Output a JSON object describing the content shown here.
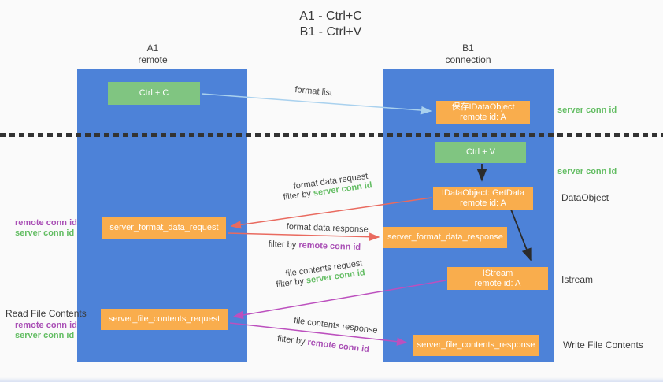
{
  "title": {
    "line1": "A1 - Ctrl+C",
    "line2": "B1 - Ctrl+V"
  },
  "columns": {
    "left": {
      "id": "A1",
      "role": "remote"
    },
    "right": {
      "id": "B1",
      "role": "connection"
    }
  },
  "nodes": {
    "ctrl_c": {
      "label": "Ctrl + C"
    },
    "ctrl_v": {
      "label": "Ctrl + V"
    },
    "save_dataobject": {
      "line1": "保存IDataObject",
      "line2": "remote id: A"
    },
    "getdata": {
      "line1": "IDataObject::GetData",
      "line2": "remote id: A"
    },
    "istream": {
      "line1": "IStream",
      "line2": "remote id: A"
    },
    "server_format_data_request": {
      "label": "server_format_data_request"
    },
    "server_format_data_response": {
      "label": "server_format_data_response"
    },
    "server_file_contents_request": {
      "label": "server_file_contents_request"
    },
    "server_file_contents_response": {
      "label": "server_file_contents_response"
    }
  },
  "labels": {
    "filter_by": "filter by",
    "server_conn_id": "server conn id",
    "remote_conn_id": "remote conn id",
    "format_list": "format list",
    "format_data_request": "format data request",
    "format_data_response": "format data response",
    "file_contents_request": "file contents request",
    "file_contents_response": "file contents response",
    "read_file_contents": "Read File Contents",
    "write_file_contents": "Write File Contents",
    "dataobject": "DataObject",
    "istream": "Istream"
  },
  "colors": {
    "column_blue": "#4d82d8",
    "node_green": "#80c581",
    "node_orange": "#f9ad4d",
    "arrow_lightblue": "#a9d1ee",
    "arrow_black": "#2b2b2b",
    "arrow_red": "#e96a5f",
    "arrow_magenta": "#bc50be",
    "text_green": "#63bd63",
    "text_purple": "#a94fb5",
    "text_dark": "#3f3f3f",
    "background": "#fafafa"
  }
}
